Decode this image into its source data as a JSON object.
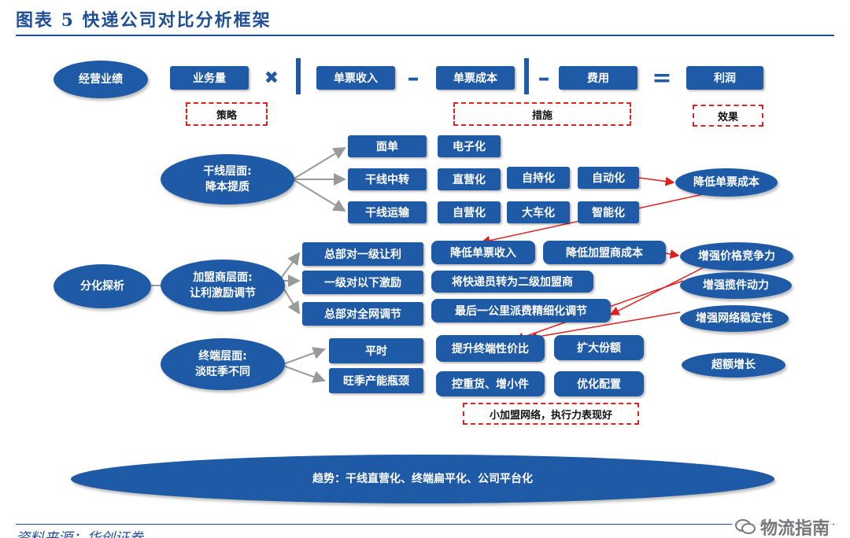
{
  "header": {
    "title": "图表 5    快递公司对比分析框架"
  },
  "footer": {
    "source": "资料来源：华创证券",
    "watermark": "物流指南"
  },
  "formula": {
    "start": "经营业绩",
    "volume": "业务量",
    "times": "✖",
    "revenue": "单票收入",
    "minus1": "–",
    "cost": "单票成本",
    "minus2": "–",
    "expense": "费用",
    "equals": "=",
    "profit": "利润"
  },
  "legend": {
    "strategy": "策略",
    "measures": "措施",
    "effect": "效果"
  },
  "trunk": {
    "title": "干线层面:\n降本提质",
    "rows": [
      {
        "item": "面单",
        "measures": [
          "电子化"
        ]
      },
      {
        "item": "干线中转",
        "measures": [
          "直营化",
          "自持化",
          "自动化"
        ]
      },
      {
        "item": "干线运输",
        "measures": [
          "自营化",
          "大车化",
          "智能化"
        ]
      }
    ]
  },
  "differentiation": {
    "title": "分化探析"
  },
  "franchise": {
    "title": "加盟商层面:\n让利激励调节",
    "rows": [
      {
        "item": "总部对一级让利",
        "measures": [
          "降低单票收入",
          "降低加盟商成本"
        ]
      },
      {
        "item": "一级对以下激励",
        "measures": [
          "将快递员转为二级加盟商"
        ]
      },
      {
        "item": "总部对全网调节",
        "measures": [
          "最后一公里派费精细化调节"
        ]
      }
    ]
  },
  "terminal": {
    "title": "终端层面:\n淡旺季不同",
    "rows": [
      {
        "item": "平时",
        "measures": [
          "提升终端性价比",
          "扩大份额"
        ]
      },
      {
        "item": "旺季产能瓶颈",
        "measures": [
          "控重货、增小件",
          "优化配置"
        ]
      }
    ],
    "note": "小加盟网络，执行力表现好"
  },
  "effects": {
    "reduce_cost": "降低单票成本",
    "pricing": "增强价格竞争力",
    "pickup": "增强揽件动力",
    "stability": "增强网络稳定性",
    "growth": "超额增长"
  },
  "trend": "趋势：干线直营化、终端扁平化、公司平台化",
  "colors": {
    "primary": "#1f5aa6",
    "arrow_red": "#e02020",
    "connector_gray": "#9a9a9a",
    "title_blue": "#1f4e96"
  }
}
